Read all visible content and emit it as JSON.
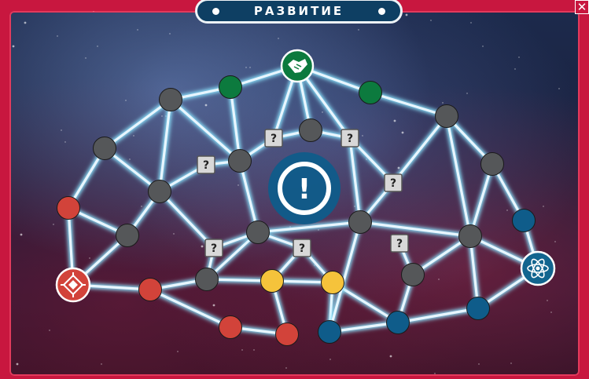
{
  "window": {
    "title": "РАЗВИТИЕ",
    "close_label": "✕"
  },
  "center_node": {
    "icon": "exclamation-icon",
    "label": "!"
  },
  "special_nodes": [
    {
      "name": "handshake-node",
      "icon": "handshake-icon",
      "color": "#0c7a3e"
    },
    {
      "name": "target-node",
      "icon": "crosshair-target-icon",
      "color": "#d2433a"
    },
    {
      "name": "atom-node",
      "icon": "atom-icon",
      "color": "#12658f"
    }
  ],
  "unknown_marker": "?",
  "colors": {
    "frame": "#c8173f",
    "green": "#0c7a3e",
    "red": "#d2433a",
    "yellow": "#f5c33b",
    "blue": "#0f5c8a",
    "gray": "#555759",
    "link_glow": "#e8f6ff"
  }
}
